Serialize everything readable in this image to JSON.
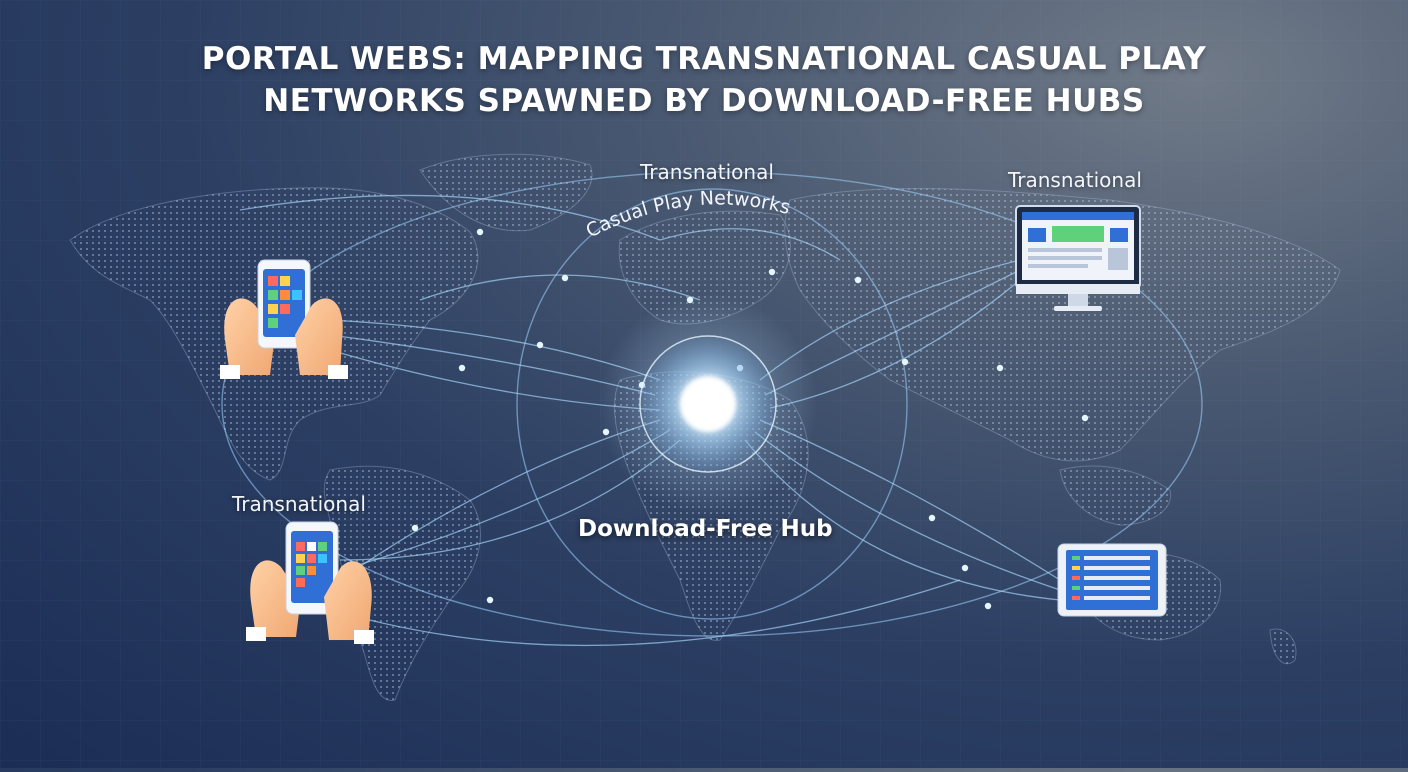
{
  "title": {
    "line1": "PORTAL WEBS: MAPPING TRANSNATIONAL CASUAL PLAY",
    "line2": "NETWORKS SPAWNED BY DOWNLOAD-FREE HUBS"
  },
  "labels": {
    "network_top": "Transnational",
    "network_arc": "Casual Play Networks",
    "top_right": "Transnational",
    "bottom_left": "Transnational",
    "hub": "Download-Free Hub"
  },
  "icons": {
    "hub": "glowing-hub-orb",
    "top_left": "smartphone-in-hands-icon",
    "bottom_left": "smartphone-in-hands-icon",
    "top_right": "desktop-monitor-icon",
    "bottom_right": "tablet-icon",
    "background": "world-map"
  },
  "colors": {
    "background_dark": "#1b2d55",
    "link_glow": "#8fd3ff",
    "hub_core": "#ffffff",
    "screen_blue": "#2f6fd6"
  }
}
